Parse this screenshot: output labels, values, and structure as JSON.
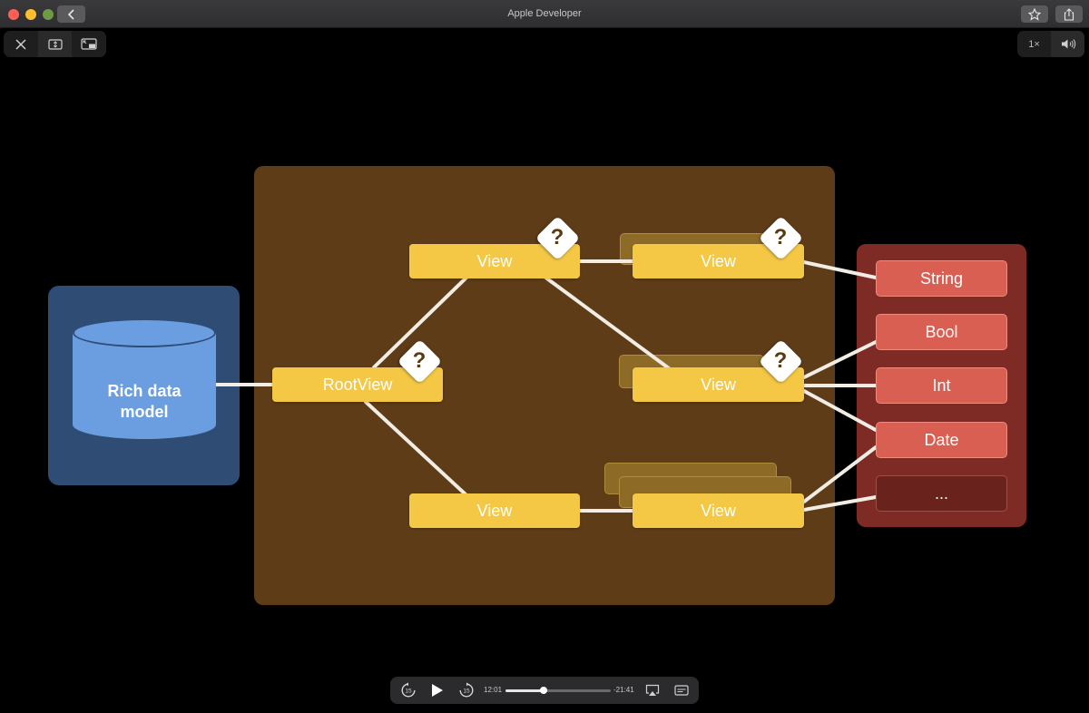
{
  "window": {
    "title": "Apple Developer"
  },
  "toolbar": {
    "back_icon": "chevron-left-icon",
    "bookmark_icon": "star-icon",
    "share_icon": "share-icon"
  },
  "overlay": {
    "close_icon": "close-icon",
    "resize_icon": "resize-icon",
    "pip_icon": "picture-in-picture-icon",
    "speed_label": "1×",
    "volume_icon": "speaker-icon"
  },
  "diagram": {
    "data_model_label": "Rich data\nmodel",
    "root_view_label": "RootView",
    "views": [
      "View",
      "View",
      "View",
      "View",
      "View"
    ],
    "types": [
      "String",
      "Bool",
      "Int",
      "Date",
      "..."
    ],
    "question_mark": "?"
  },
  "player": {
    "skip_back_icon": "skip-back-15-icon",
    "play_icon": "play-icon",
    "skip_forward_icon": "skip-forward-15-icon",
    "skip_seconds": "15",
    "elapsed": "12:01",
    "remaining": "-21:41",
    "progress": 0.36,
    "airplay_icon": "airplay-icon",
    "captions_icon": "captions-icon"
  },
  "colors": {
    "view_panel": "#5d3c17",
    "data_panel": "#2f4d74",
    "types_panel": "#7e2b25",
    "view_box": "#f4c845",
    "type_box": "#d95f52",
    "cylinder": "#6a9ee0"
  }
}
